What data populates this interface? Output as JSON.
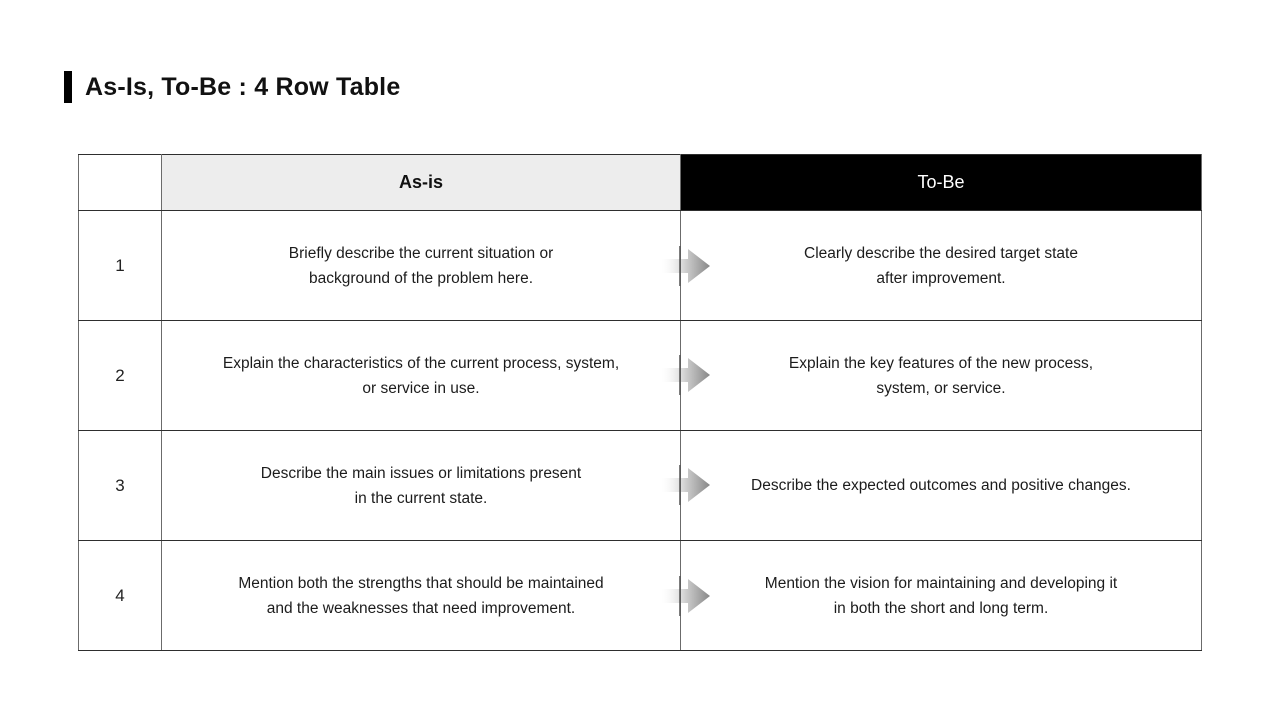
{
  "page": {
    "title": "As-Is, To-Be : 4 Row Table",
    "background": "#ffffff"
  },
  "table": {
    "headers": {
      "corner": "",
      "as_is": "As-is",
      "to_be": "To-Be"
    },
    "rows": [
      {
        "num": "1",
        "as_is_line1": "Briefly describe the current situation or",
        "as_is_line2": "background of the problem here.",
        "to_be_line1": "Clearly describe the desired target state",
        "to_be_line2": "after improvement."
      },
      {
        "num": "2",
        "as_is_line1": "Explain the characteristics of the current process, system,",
        "as_is_line2": "or service in use.",
        "to_be_line1": "Explain the key features of the new process,",
        "to_be_line2": "system, or service."
      },
      {
        "num": "3",
        "as_is_line1": "Describe the main issues or limitations present",
        "as_is_line2": "in the current state.",
        "to_be_line1": "Describe the expected outcomes and positive changes.",
        "to_be_line2": ""
      },
      {
        "num": "4",
        "as_is_line1": "Mention both the strengths that should be maintained",
        "as_is_line2": "and the weaknesses that need improvement.",
        "to_be_line1": "Mention the vision for maintaining and developing it",
        "to_be_line2": "in both the short and long term."
      }
    ],
    "icons": {
      "row_arrow": "arrow-right-icon"
    },
    "colors": {
      "title_bar": "#000000",
      "as_is_header_bg": "#ededed",
      "as_is_header_text": "#111111",
      "to_be_header_bg": "#000000",
      "to_be_header_text": "#ffffff",
      "border_horizontal": "#2e2e2e",
      "border_vertical": "#6b6b6b",
      "arrow_gradient_start": "#ffffff",
      "arrow_gradient_end": "#878787",
      "body_text": "#1c1c1c"
    }
  }
}
